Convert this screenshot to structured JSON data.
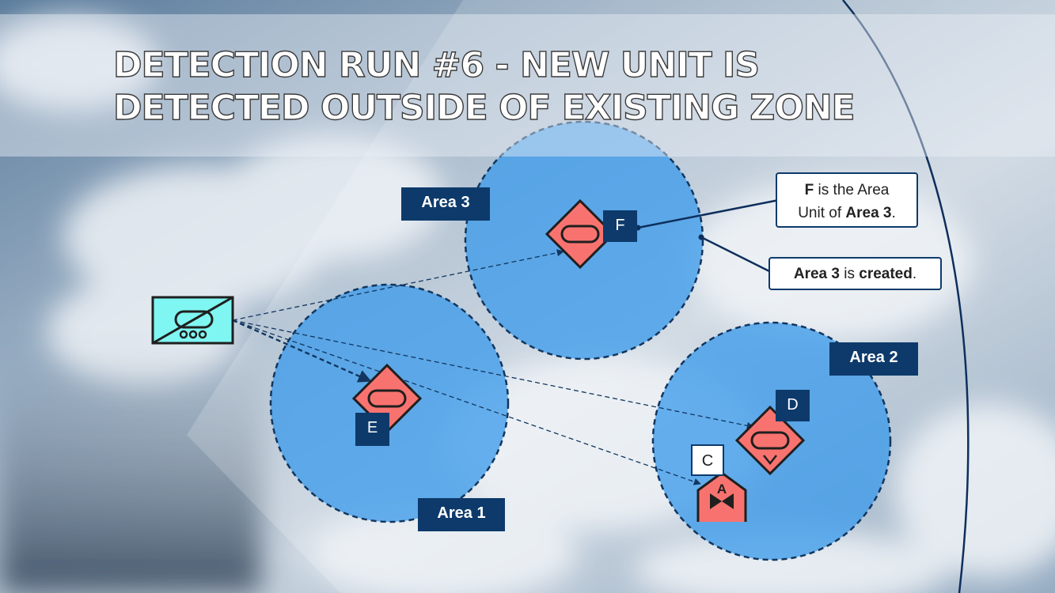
{
  "title": {
    "line1": "DETECTION RUN #6 - NEW UNIT IS",
    "line2": "DETECTED OUTSIDE OF EXISTING ZONE"
  },
  "areas": {
    "area1": "Area 1",
    "area2": "Area 2",
    "area3": "Area 3"
  },
  "units": {
    "c": "C",
    "d": "D",
    "e": "E",
    "f": "F",
    "a_marker": "A"
  },
  "callouts": {
    "area_unit": {
      "b1": "F",
      "t1": " is the Area",
      "t2": "Unit of ",
      "b2": "Area 3",
      "t3": "."
    },
    "created": {
      "b1": "Area 3",
      "t1": " is ",
      "b2": "created",
      "t2": "."
    }
  },
  "colors": {
    "zone_fill": "#3d9bea",
    "zone_stroke": "#12365f",
    "hostile": "#f8736f",
    "sensor": "#7ff6f2",
    "label_bg": "#0d3a6b"
  }
}
